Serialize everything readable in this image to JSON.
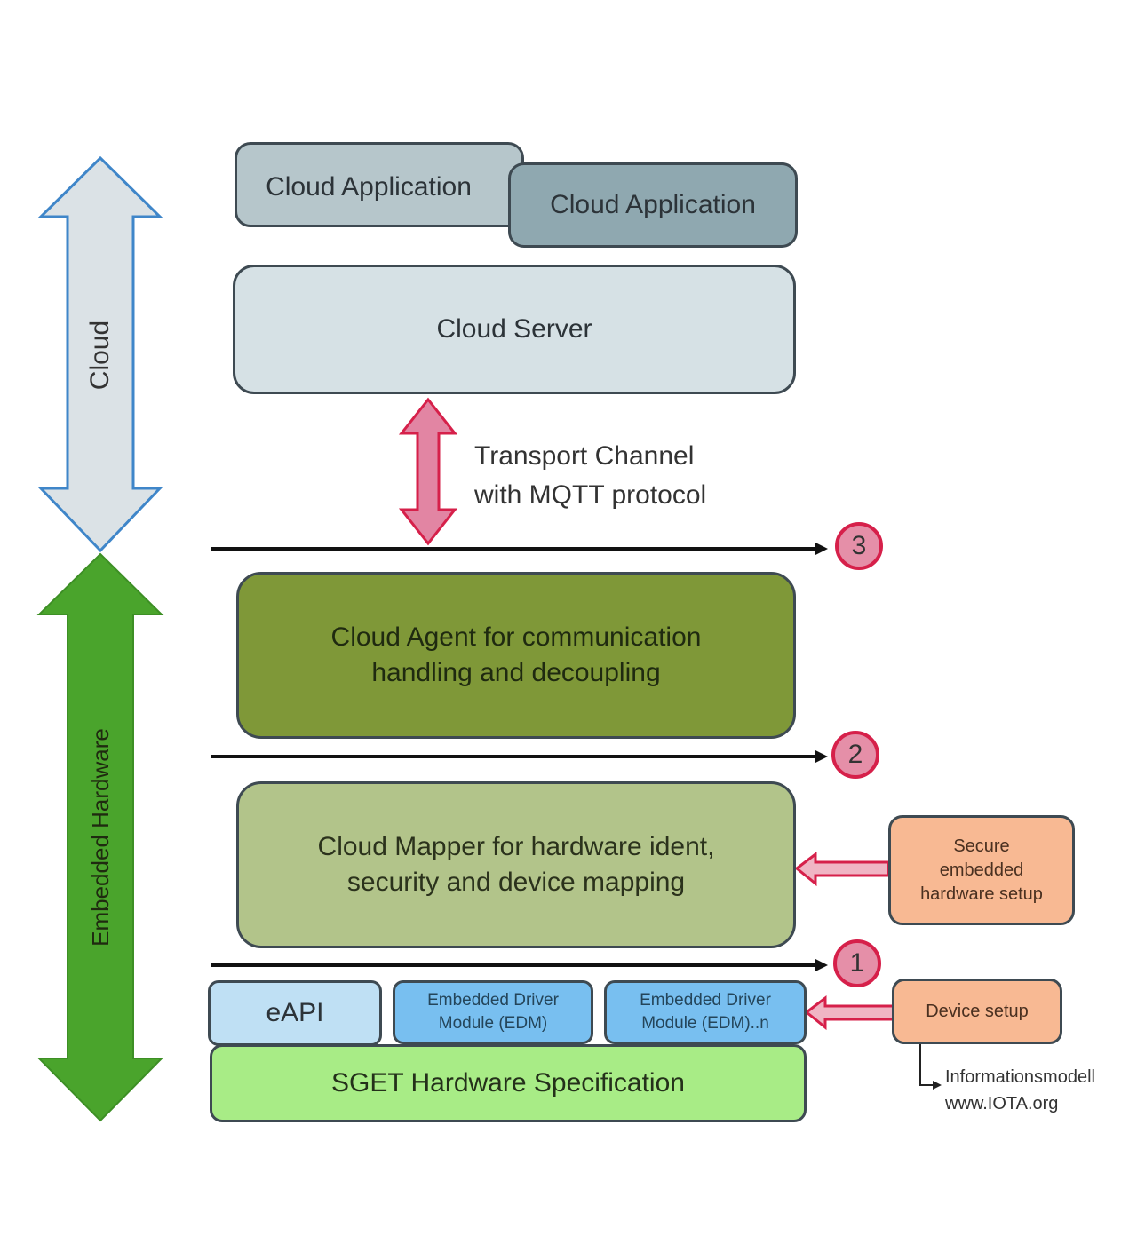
{
  "side_labels": {
    "cloud": "Cloud",
    "embedded": "Embedded Hardware"
  },
  "boxes": {
    "cloud_app_1": "Cloud Application",
    "cloud_app_2": "Cloud Application",
    "cloud_server": "Cloud Server",
    "cloud_agent": "Cloud Agent for communication handling and decoupling",
    "cloud_mapper": "Cloud Mapper for hardware ident, security and device mapping",
    "eapi": "eAPI",
    "edm_1": "Embedded Driver Module (EDM)",
    "edm_n": "Embedded Driver Module (EDM)..n",
    "sget": "SGET Hardware Specification",
    "secure_setup": "Secure embedded hardware setup",
    "device_setup": "Device setup"
  },
  "transport": {
    "line1": "Transport Channel",
    "line2": "with MQTT protocol"
  },
  "badges": {
    "b3": "3",
    "b2": "2",
    "b1": "1"
  },
  "info": {
    "line1": "Informationsmodell",
    "line2": "www.IOTA.org"
  },
  "colors": {
    "cloud_arrow_fill": "#dbe2e6",
    "cloud_arrow_stroke": "#3f86c9",
    "embedded_arrow_fill": "#4aa42c",
    "cloud_app_1": "#b6c6cb",
    "cloud_app_2": "#8fa8b0",
    "cloud_server": "#d6e1e5",
    "cloud_agent": "#7f9838",
    "cloud_mapper": "#b2c48a",
    "eapi": "#bfe0f4",
    "edm": "#78bff0",
    "sget": "#a8ec86",
    "orange": "#f8b993",
    "transport_arrow": "#e285a3",
    "badge": "#e58fa8"
  }
}
